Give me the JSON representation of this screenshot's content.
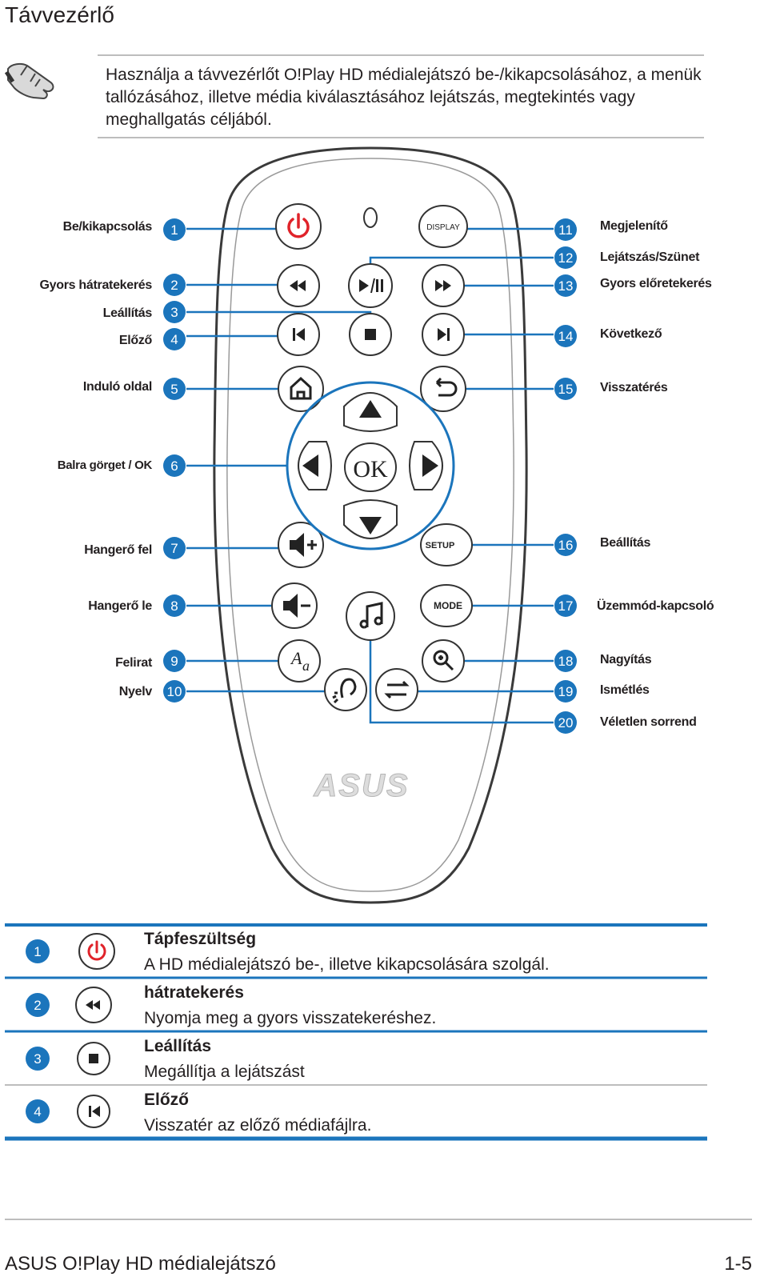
{
  "page": {
    "title": "Távvezérlő",
    "note": "Használja a távvezérlőt O!Play HD médialejátszó be-/kikapcsolásához, a menük tallózásához, illetve média kiválasztásához lejátszás, megtekintés vagy meghallgatás céljából."
  },
  "remote": {
    "buttons": {
      "display": "DISPLAY",
      "ok": "OK",
      "setup": "SETUP",
      "mode": "MODE",
      "brand": "ASUS"
    },
    "callouts": [
      {
        "num": "1",
        "label": "Be/kikapcsolás"
      },
      {
        "num": "2",
        "label": "Gyors hátratekerés"
      },
      {
        "num": "3",
        "label": "Leállítás"
      },
      {
        "num": "4",
        "label": "Előző"
      },
      {
        "num": "5",
        "label": "Induló oldal"
      },
      {
        "num": "6",
        "label": "Balra görget / OK"
      },
      {
        "num": "7",
        "label": "Hangerő fel"
      },
      {
        "num": "8",
        "label": "Hangerő le"
      },
      {
        "num": "9",
        "label": "Felirat"
      },
      {
        "num": "10",
        "label": "Nyelv"
      },
      {
        "num": "11",
        "label": "Megjelenítő"
      },
      {
        "num": "12",
        "label": "Lejátszás/Szünet"
      },
      {
        "num": "13",
        "label": "Gyors előretekerés"
      },
      {
        "num": "14",
        "label": "Következő"
      },
      {
        "num": "15",
        "label": "Visszatérés"
      },
      {
        "num": "16",
        "label": "Beállítás"
      },
      {
        "num": "17",
        "label": "Üzemmód-kapcsoló"
      },
      {
        "num": "18",
        "label": "Nagyítás"
      },
      {
        "num": "19",
        "label": "Ismétlés"
      },
      {
        "num": "20",
        "label": "Véletlen sorrend"
      }
    ]
  },
  "table": {
    "rows": [
      {
        "num": "1",
        "icon": "power-icon",
        "title": "Tápfeszültség",
        "desc": "A HD médialejátszó be-, illetve kikapcsolására szolgál."
      },
      {
        "num": "2",
        "icon": "rewind-icon",
        "title": "hátratekerés",
        "desc": "Nyomja meg a gyors visszatekeréshez."
      },
      {
        "num": "3",
        "icon": "stop-icon",
        "title": "Leállítás",
        "desc": "Megállítja a lejátszást"
      },
      {
        "num": "4",
        "icon": "previous-icon",
        "title": "Előző",
        "desc": "Visszatér az előző médiafájlra."
      }
    ]
  },
  "footer": {
    "left": "ASUS O!Play HD médialejátszó",
    "right": "1-5"
  },
  "colors": {
    "accent": "#1b75bc",
    "power": "#e0232a",
    "text": "#231f20",
    "rule": "#bdbdbd"
  }
}
